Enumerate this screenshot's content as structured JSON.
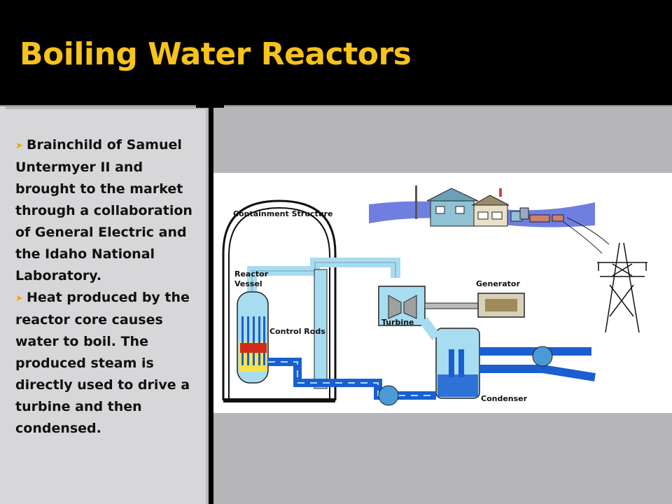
{
  "slide": {
    "title": "Boiling Water Reactors",
    "accent_color": "#f6c21c",
    "bullet_icon": "arrow-bullet-icon"
  },
  "bullets": [
    "Brainchild of Samuel Untermyer II and brought to the market through a collaboration of General Electric and the Idaho National Laboratory.",
    "Heat produced by the reactor core causes water to boil. The produced steam is directly used to drive a turbine and then condensed."
  ],
  "diagram": {
    "labels": {
      "containment": "Containment Structure",
      "reactor_line1": "Reactor",
      "reactor_line2": "Vessel",
      "control_rods": "Control Rods",
      "turbine": "Turbine",
      "generator": "Generator",
      "condenser": "Condenser"
    },
    "colors": {
      "steam": "#a8dcf0",
      "water": "#1a5fd0",
      "core": "#f7e24a",
      "rods": "#d22a1a",
      "sky": "#6f7fe0"
    }
  }
}
